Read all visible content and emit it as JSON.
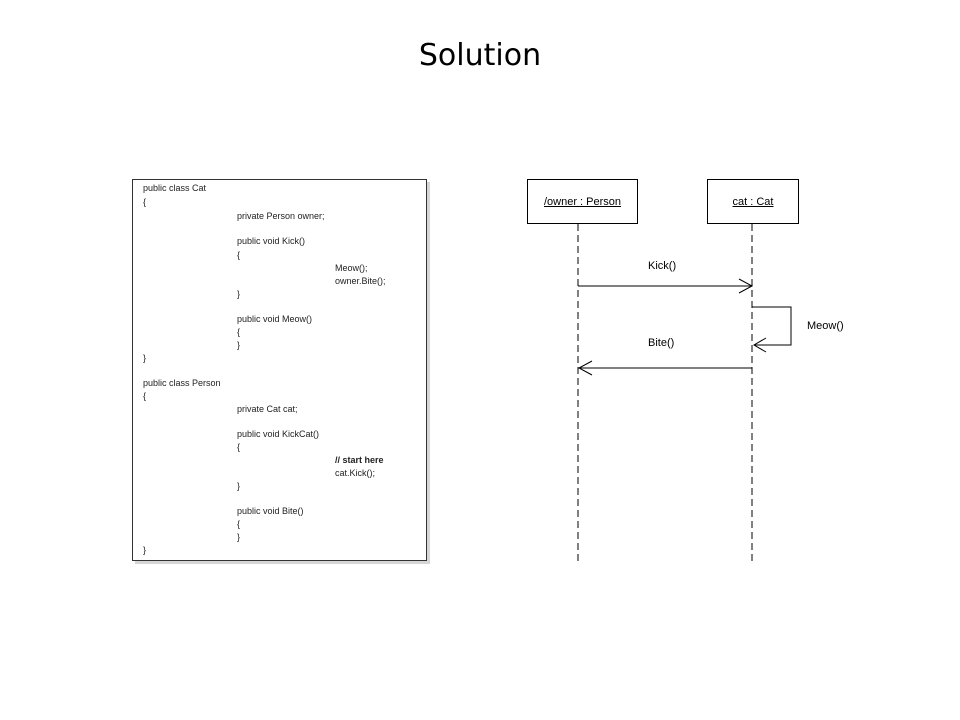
{
  "title": "Solution",
  "code_lines": [
    "public class Cat",
    "{",
    "private Person owner;",
    "public void Kick()",
    "{",
    "Meow();",
    "owner.Bite();",
    "}",
    "public void Meow()",
    "{",
    "}",
    "}",
    "public class Person",
    "{",
    "private Cat cat;",
    "public void KickCat()",
    "{",
    "// start here",
    "cat.Kick();",
    "}",
    "public void Bite()",
    "{",
    "}",
    "}"
  ],
  "lifelines": {
    "owner": "/owner : Person",
    "cat": "cat : Cat"
  },
  "messages": {
    "kick": "Kick()",
    "meow": "Meow()",
    "bite": "Bite()"
  }
}
